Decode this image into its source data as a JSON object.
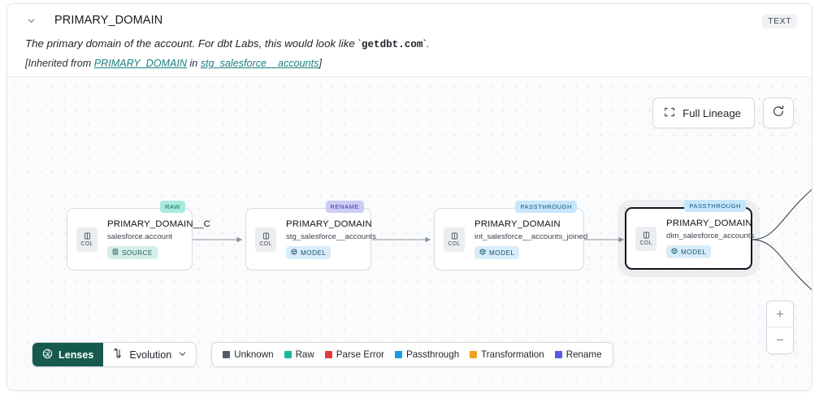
{
  "header": {
    "collapse_icon": "chevron-down-icon",
    "title": "PRIMARY_DOMAIN",
    "type_badge": "TEXT",
    "description_prefix": "The primary domain of the account. For dbt Labs, this would look like `",
    "description_code": "getdbt.com",
    "description_suffix": "`.",
    "inherited_open": "[Inherited from ",
    "inherited_link_column": "PRIMARY_DOMAIN",
    "inherited_mid": " in ",
    "inherited_link_table": "stg_salesforce__accounts",
    "inherited_close": "]"
  },
  "canvas": {
    "full_lineage_label": "Full Lineage",
    "full_lineage_icon": "expand-icon",
    "refresh_icon": "refresh-icon",
    "zoom_in_label": "+",
    "zoom_out_label": "−"
  },
  "nodes": [
    {
      "tag": "RAW",
      "tag_kind": "raw",
      "icon_label": "COL",
      "column": "PRIMARY_DOMAIN__C",
      "table": "salesforce.account",
      "kind_label": "SOURCE",
      "kind": "source",
      "kind_icon": "database-icon",
      "selected": false
    },
    {
      "tag": "RENAME",
      "tag_kind": "rename",
      "icon_label": "COL",
      "column": "PRIMARY_DOMAIN",
      "table": "stg_salesforce__accounts",
      "kind_label": "MODEL",
      "kind": "model",
      "kind_icon": "cube-icon",
      "selected": false
    },
    {
      "tag": "PASSTHROUGH",
      "tag_kind": "passthrough",
      "icon_label": "COL",
      "column": "PRIMARY_DOMAIN",
      "table": "int_salesforce__accounts_joined",
      "kind_label": "MODEL",
      "kind": "model",
      "kind_icon": "cube-icon",
      "selected": false
    },
    {
      "tag": "PASSTHROUGH",
      "tag_kind": "passthrough",
      "icon_label": "COL",
      "column": "PRIMARY_DOMAIN",
      "table": "dim_salesforce_accounts",
      "kind_label": "MODEL",
      "kind": "model",
      "kind_icon": "cube-icon",
      "selected": true
    }
  ],
  "toolbar": {
    "lenses_label": "Lenses",
    "lenses_icon": "aperture-icon",
    "evolution_label": "Evolution",
    "evolution_icon": "evolution-icon",
    "evolution_caret": "chevron-down-icon"
  },
  "legend": [
    {
      "label": "Unknown",
      "color": "#565c66"
    },
    {
      "label": "Raw",
      "color": "#15b79e"
    },
    {
      "label": "Parse Error",
      "color": "#e03b3b"
    },
    {
      "label": "Passthrough",
      "color": "#189ae0"
    },
    {
      "label": "Transformation",
      "color": "#f0a020"
    },
    {
      "label": "Rename",
      "color": "#5b59e8"
    }
  ]
}
